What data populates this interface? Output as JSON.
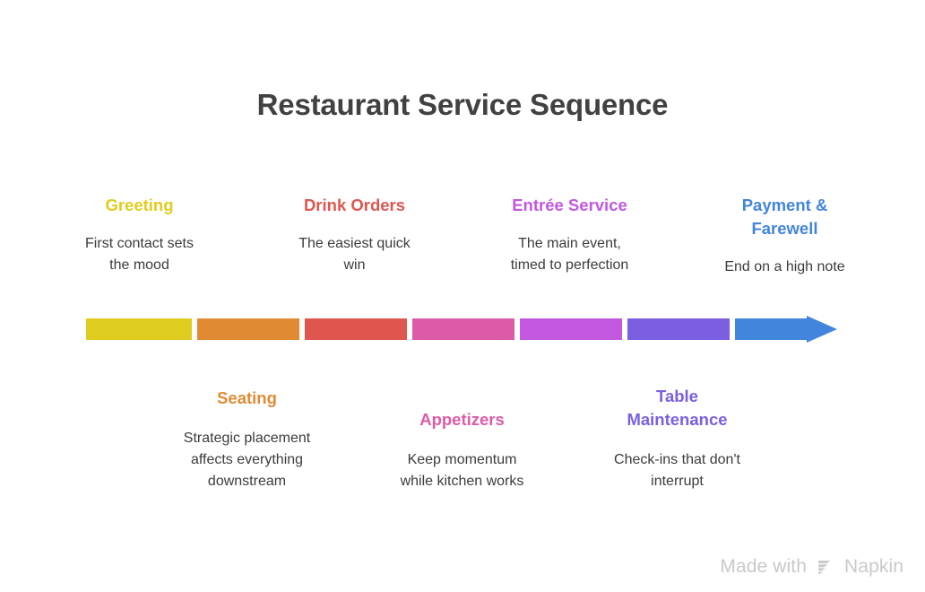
{
  "page": {
    "title": "Restaurant Service Sequence",
    "background_color": "#ffffff",
    "title_color": "#414141",
    "description_color": "#3c3c3c"
  },
  "timeline": {
    "name": "service-sequence-arrow",
    "direction": "left-to-right",
    "segments": [
      {
        "id": "greeting",
        "color": "#e0cc1e"
      },
      {
        "id": "seating",
        "color": "#e08b33"
      },
      {
        "id": "drink-orders",
        "color": "#e0564f"
      },
      {
        "id": "appetizers",
        "color": "#dd5aa6"
      },
      {
        "id": "entree-service",
        "color": "#c257e0"
      },
      {
        "id": "table-maintenance",
        "color": "#7b5fe0"
      },
      {
        "id": "payment-farewell",
        "color": "#4285dc"
      }
    ]
  },
  "stages_above": [
    {
      "id": "greeting",
      "label": "Greeting",
      "description": "First contact sets\nthe mood",
      "color": "#e0cc1e"
    },
    {
      "id": "drink-orders",
      "label": "Drink Orders",
      "description": "The easiest quick\nwin",
      "color": "#e0564f"
    },
    {
      "id": "entree-service",
      "label": "Entrée Service",
      "description": "The main event,\ntimed to perfection",
      "color": "#c257e0"
    },
    {
      "id": "payment-farewell",
      "label": "Payment &\nFarewell",
      "description": "End on a high note",
      "color": "#4285dc"
    }
  ],
  "stages_below": [
    {
      "id": "seating",
      "label": "Seating",
      "description": "Strategic placement\naffects everything\ndownstream",
      "color": "#e08b33"
    },
    {
      "id": "appetizers",
      "label": "Appetizers",
      "description": "Keep momentum\nwhile kitchen works",
      "color": "#dd5aa6"
    },
    {
      "id": "table-maintenance",
      "label": "Table\nMaintenance",
      "description": "Check-ins that don't\ninterrupt",
      "color": "#7b5fe0"
    }
  ],
  "watermark": {
    "prefix": "Made with",
    "brand": "Napkin",
    "color": "#c9c9c9"
  }
}
